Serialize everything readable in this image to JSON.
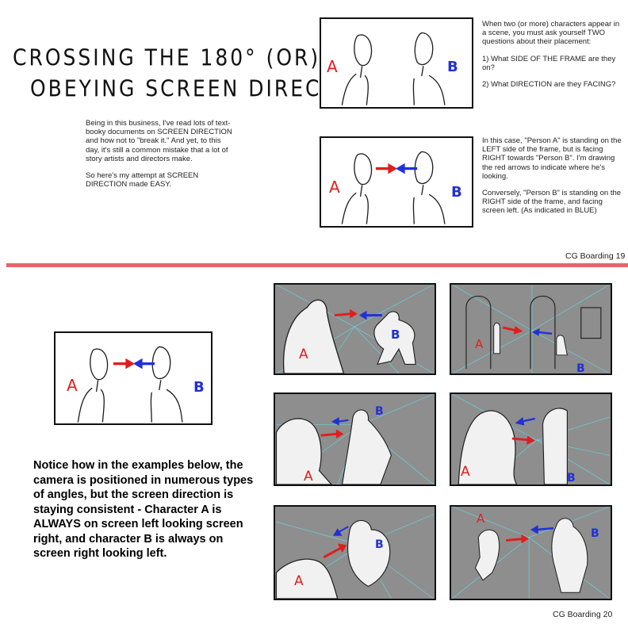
{
  "title": {
    "line1": "CROSSING THE 180° (OR)",
    "line2": "OBEYING SCREEN DIRECTION"
  },
  "intro": {
    "para1": "Being in this business, I've read lots of text-booky documents on SCREEN DIRECTION and how not to \"break it.\"  And yet, to this day, it's still a common mistake that a lot of story artists and directors make.",
    "para2": "So here's my attempt at SCREEN DIRECTION made EASY."
  },
  "questions": {
    "lead": "When two (or more) characters appear in a scene, you must ask yourself TWO questions about their placement:",
    "q1": "1) What SIDE OF THE FRAME are they on?",
    "q2": "2) What DIRECTION are they FACING?"
  },
  "explanation": {
    "para1": "In this case, \"Person A\" is standing on the LEFT side of the frame, but is facing RIGHT towards \"Person B\".  I'm drawing the red arrows to indicate where he's looking.",
    "para2": "Conversely, \"Person B\" is standing on the RIGHT side of the frame, and facing screen left.  (As indicated in BLUE)"
  },
  "labels": {
    "a": "A",
    "b": "B"
  },
  "page_numbers": {
    "top": "CG Boarding 19",
    "bottom": "CG Boarding 20"
  },
  "note": "Notice how in the examples below, the camera is positioned in numerous types of angles, but the screen direction is staying consistent - Character A is ALWAYS on screen left looking screen right, and character B is always on screen right looking left.",
  "colors": {
    "divider": "#e8646b",
    "arrow_a": "#e01e1e",
    "arrow_b": "#2130d8",
    "panel_fill": "#8e8e8e",
    "guides": "#5fe0ec"
  }
}
